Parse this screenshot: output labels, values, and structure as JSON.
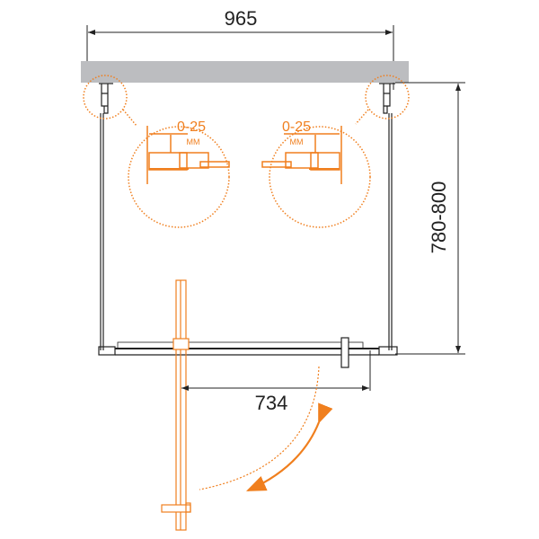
{
  "dimensions": {
    "width_total": "965",
    "depth_range": "780-800",
    "door_opening": "734"
  },
  "details": {
    "left": {
      "range": "0-25",
      "unit": "MM"
    },
    "right": {
      "range": "0-25",
      "unit": "MM"
    }
  },
  "colors": {
    "accent": "#f07f1e",
    "wall": "#bcbdc0",
    "line": "#222222"
  }
}
